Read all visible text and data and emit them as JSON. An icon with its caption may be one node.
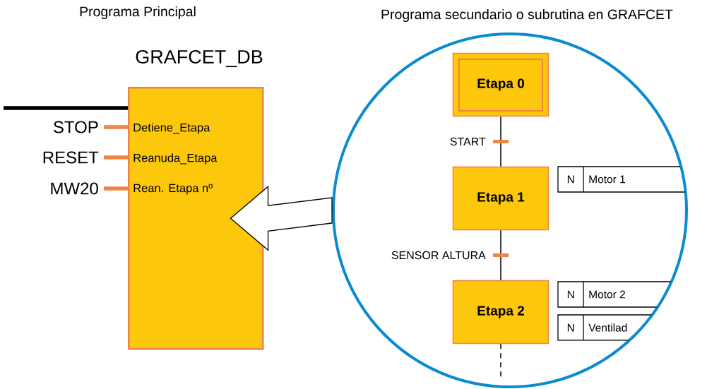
{
  "diagram": {
    "nodes": [
      {
        "text": [
          "GRAFCET_DB",
          "Detiene_Etapa",
          "Reanuda_Etapa",
          "Rean. Etapa nº"
        ]
      },
      {
        "text": [
          "STOP"
        ]
      },
      {
        "text": [
          "RESET"
        ]
      },
      {
        "text": [
          "MW20"
        ]
      },
      {
        "text": [
          "Programa secundario o subrutina en GRAFCET"
        ]
      },
      {
        "text": [
          "Etapa 0"
        ],
        "in": 4
      },
      {
        "text": [
          "Etapa 1"
        ],
        "in": 4
      },
      {
        "text": [
          "Etapa 2"
        ],
        "in": 4
      },
      {
        "text": [
          "N",
          "Motor 1"
        ]
      },
      {
        "text": [
          "N",
          "Motor 2"
        ]
      },
      {
        "text": [
          "N",
          "Ventilad"
        ]
      }
    ],
    "edges": [
      {
        "from": null,
        "to": 0,
        "arrow": "none"
      },
      {
        "from": 1,
        "to": 0,
        "arrow": "none",
        "color": "#f08443"
      },
      {
        "from": 2,
        "to": 0,
        "arrow": "none",
        "color": "#f08443"
      },
      {
        "from": 3,
        "to": 0,
        "arrow": "none",
        "color": "#f08443"
      },
      {
        "from": 4,
        "to": 0,
        "arrow": "to"
      },
      {
        "from": 5,
        "to": 6,
        "arrow": "none",
        "label": "START"
      },
      {
        "from": 6,
        "to": 7,
        "arrow": "none",
        "label": "SENSOR ALTURA"
      },
      {
        "from": 7,
        "to": null,
        "arrow": "none",
        "style": "dashed"
      }
    ],
    "labels": [
      "Programa Principal"
    ]
  }
}
